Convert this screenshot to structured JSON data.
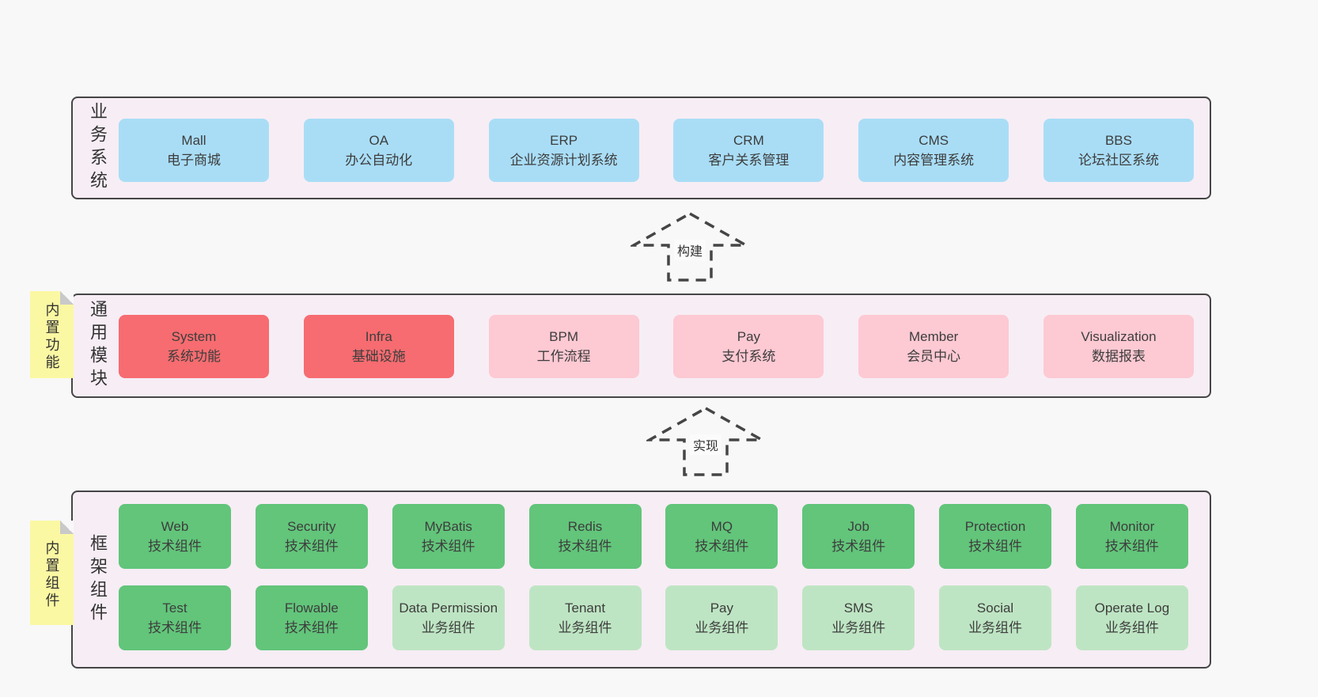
{
  "diagram": {
    "arrows": [
      {
        "label": "构建"
      },
      {
        "label": "实现"
      }
    ],
    "sections": [
      {
        "label": "业务系统",
        "boxes": [
          {
            "en": "Mall",
            "zh": "电子商城"
          },
          {
            "en": "OA",
            "zh": "办公自动化"
          },
          {
            "en": "ERP",
            "zh": "企业资源计划系统"
          },
          {
            "en": "CRM",
            "zh": "客户关系管理"
          },
          {
            "en": "CMS",
            "zh": "内容管理系统"
          },
          {
            "en": "BBS",
            "zh": "论坛社区系统"
          }
        ]
      },
      {
        "label": "通用模块",
        "note": "内置功能",
        "boxes": [
          {
            "en": "System",
            "zh": "系统功能"
          },
          {
            "en": "Infra",
            "zh": "基础设施"
          },
          {
            "en": "BPM",
            "zh": "工作流程"
          },
          {
            "en": "Pay",
            "zh": "支付系统"
          },
          {
            "en": "Member",
            "zh": "会员中心"
          },
          {
            "en": "Visualization",
            "zh": "数据报表"
          }
        ]
      },
      {
        "label": "框架组件",
        "note": "内置组件",
        "rows": [
          {
            "boxes": [
              {
                "en": "Web",
                "zh": "技术组件"
              },
              {
                "en": "Security",
                "zh": "技术组件"
              },
              {
                "en": "MyBatis",
                "zh": "技术组件"
              },
              {
                "en": "Redis",
                "zh": "技术组件"
              },
              {
                "en": "MQ",
                "zh": "技术组件"
              },
              {
                "en": "Job",
                "zh": "技术组件"
              },
              {
                "en": "Protection",
                "zh": "技术组件"
              },
              {
                "en": "Monitor",
                "zh": "技术组件"
              }
            ]
          },
          {
            "boxes": [
              {
                "en": "Test",
                "zh": "技术组件"
              },
              {
                "en": "Flowable",
                "zh": "技术组件"
              },
              {
                "en": "Data Permission",
                "zh": "业务组件"
              },
              {
                "en": "Tenant",
                "zh": "业务组件"
              },
              {
                "en": "Pay",
                "zh": "业务组件"
              },
              {
                "en": "SMS",
                "zh": "业务组件"
              },
              {
                "en": "Social",
                "zh": "业务组件"
              },
              {
                "en": "Operate Log",
                "zh": "业务组件"
              }
            ]
          }
        ]
      }
    ],
    "colors": {
      "business_box": "#a9ddf6",
      "module_core_box": "#f66c70",
      "module_optional_box": "#fdc9d3",
      "tech_component_box": "#62c57a",
      "biz_component_box": "#bee5c3",
      "sticky_note": "#fbf8a3",
      "section_background": "#f7edf5",
      "outline": "#454545"
    }
  }
}
